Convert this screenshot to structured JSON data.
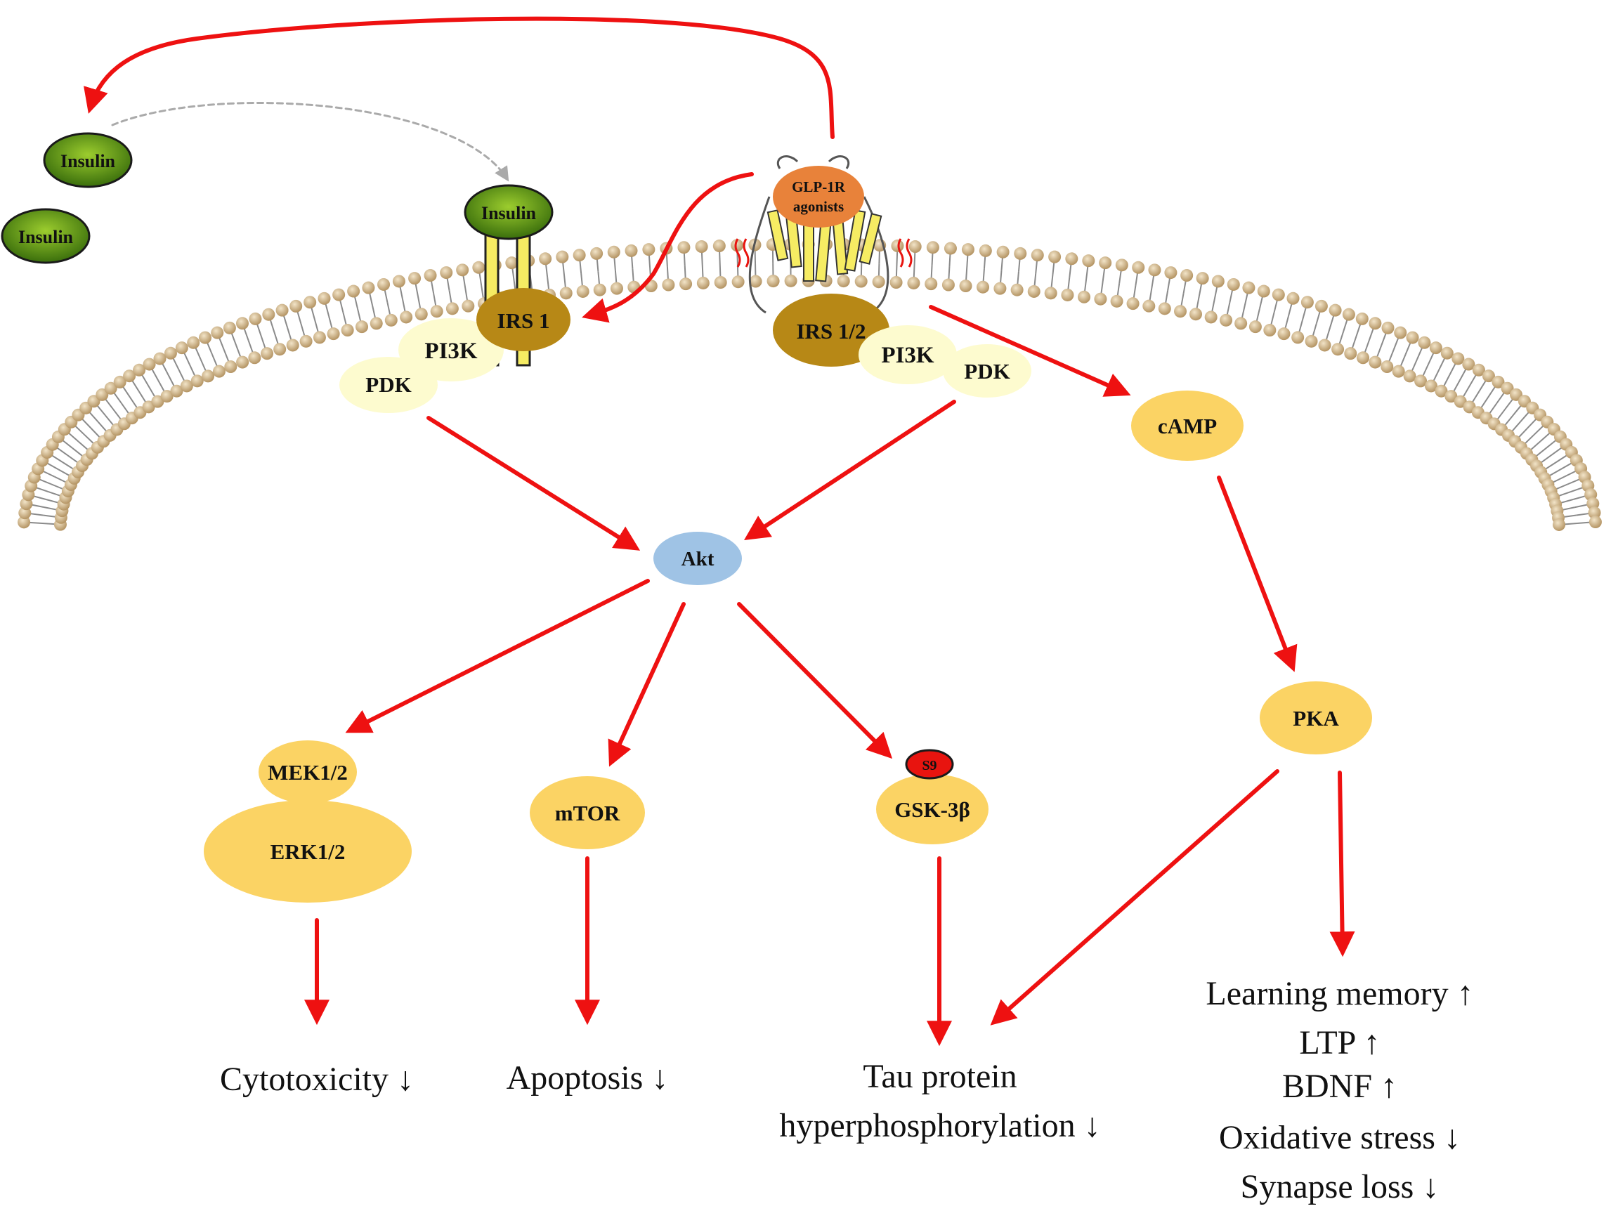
{
  "diagram": {
    "insulin_free": [
      "Insulin",
      "Insulin"
    ],
    "insulin_bound": "Insulin",
    "glp1r": [
      "GLP-1R",
      "agonists"
    ],
    "irs1": "IRS 1",
    "irs12": "IRS 1/2",
    "pi3k_left": "PI3K",
    "pdk_left": "PDK",
    "pi3k_right": "PI3K",
    "pdk_right": "PDK",
    "camp": "cAMP",
    "akt": "Akt",
    "pka": "PKA",
    "mek": "MEK1/2",
    "erk": "ERK1/2",
    "mtor": "mTOR",
    "s9": "S9",
    "gsk": "GSK-3β",
    "outcomes": {
      "cytotoxicity": "Cytotoxicity ↓",
      "apoptosis": "Apoptosis ↓",
      "tau": [
        "Tau protein",
        "hyperphosphorylation ↓"
      ],
      "pka_effects": [
        "Learning memory ↑",
        "LTP ↑",
        "BDNF ↑",
        "Oxidative stress ↓",
        "Synapse loss ↓"
      ]
    }
  },
  "colors": {
    "arrow": "#ee1111",
    "node_yellow": "#fbd364",
    "node_pale": "#fdfbcf",
    "irs_brown": "#b78816",
    "akt_blue": "#9fc3e5",
    "insulin_green": "#4a8a12",
    "glp_orange": "#e8823a",
    "s9_red": "#e8140f",
    "receptor_yellow": "#f6ec63",
    "lipid_head": "#c8ad80"
  }
}
